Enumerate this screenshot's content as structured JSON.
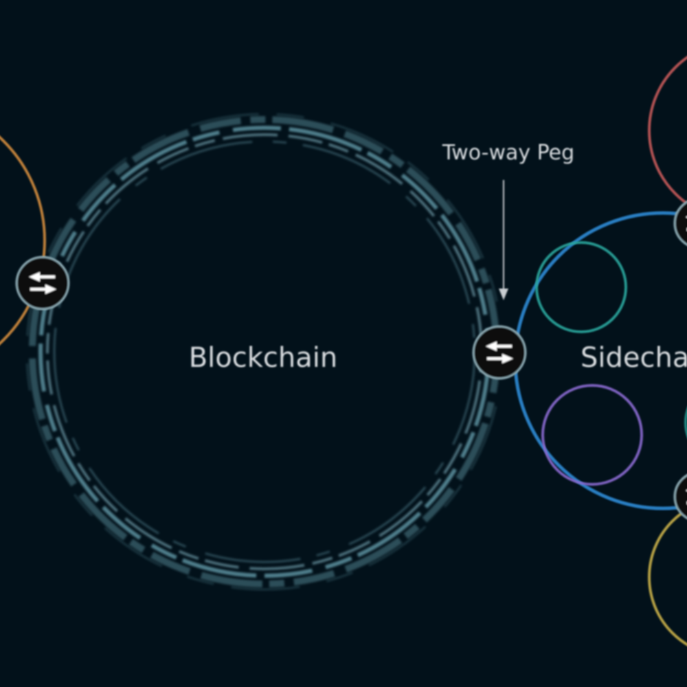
{
  "diagram": {
    "main_label": "Blockchain",
    "side_label": "Sidecha",
    "peg_label": "Two-way Peg",
    "peg_icon": "swap-arrows-icon",
    "colors": {
      "background": "#02111a",
      "blockchain_ring": "#6aa3b2",
      "sidechain_ring": "#2d8bd6",
      "teal_ring": "#2aa79e",
      "purple_ring": "#8a6ad0",
      "red_ring": "#c65a5a",
      "yellow_ring": "#c9b04a",
      "orange_ring": "#d18b3c",
      "text": "#d9dde0"
    }
  }
}
